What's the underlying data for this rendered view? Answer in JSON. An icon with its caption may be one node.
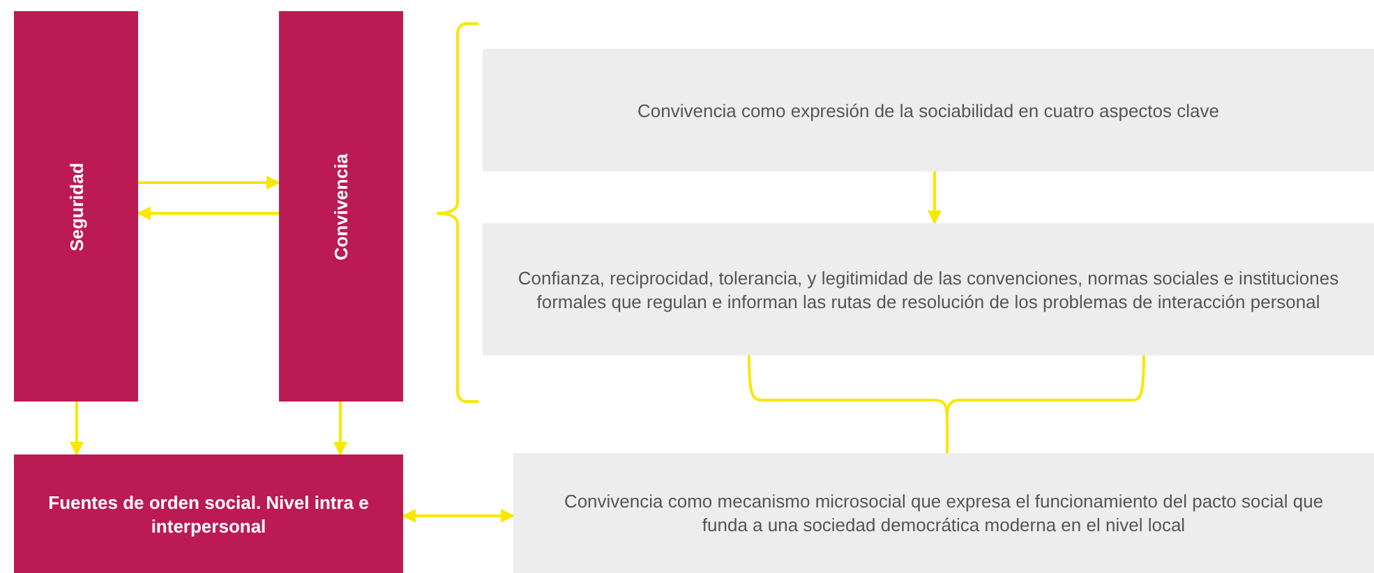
{
  "diagram": {
    "nodes": [
      {
        "text": [
          "Seguridad"
        ]
      },
      {
        "text": [
          "Convivencia"
        ]
      },
      {
        "text": [
          "Fuentes de orden social. Nivel intra e interpersonal"
        ]
      },
      {
        "text": [
          "Convivencia como expresión de la sociabilidad en cuatro aspectos clave"
        ]
      },
      {
        "text": [
          "Confianza, reciprocidad, tolerancia, y  legitimidad de las convenciones, normas sociales e instituciones formales que regulan e informan las rutas de resolución de los problemas de interacción personal"
        ]
      },
      {
        "text": [
          "Convivencia como mecanismo microsocial que expresa el funcionamiento del pacto social que funda a una sociedad democrática moderna en el nivel local"
        ]
      }
    ],
    "edges": [
      {
        "from": 0,
        "to": 1,
        "arrow": "to"
      },
      {
        "from": 1,
        "to": 0,
        "arrow": "to"
      },
      {
        "from": 0,
        "to": 2,
        "arrow": "to"
      },
      {
        "from": 1,
        "to": 2,
        "arrow": "to"
      },
      {
        "from": 3,
        "to": 4,
        "arrow": "to"
      },
      {
        "from": 2,
        "to": 5,
        "arrow": "both"
      },
      {
        "from": 4,
        "to": 5,
        "arrow": "none"
      }
    ]
  }
}
